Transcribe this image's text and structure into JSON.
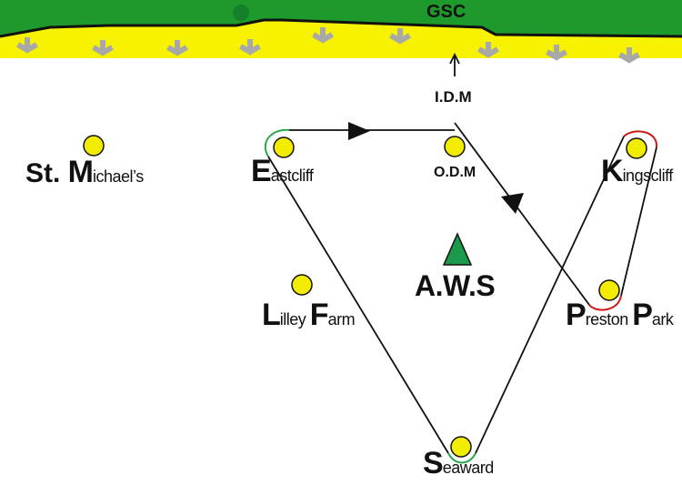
{
  "header": {
    "gsc_label": "GSC"
  },
  "markers": {
    "idm_label": "I.D.M",
    "odm_label": "O.D.M",
    "aws_label": "A.W.S"
  },
  "waypoints": {
    "st_michaels": {
      "a": "St. ",
      "b": "M",
      "c": "ichael’s"
    },
    "eastcliff": {
      "a": "E",
      "b": "astcliff"
    },
    "kingscliff": {
      "a": "K",
      "b": "ingscliff"
    },
    "lilley_farm": {
      "a": "L",
      "b": "illey ",
      "c": "F",
      "d": "arm"
    },
    "preston_park": {
      "a": "P",
      "b": "reston ",
      "c": "P",
      "d": "ark"
    },
    "seaward": {
      "a": "S",
      "b": "eaward"
    }
  },
  "colors": {
    "grass": "#1e9a2c",
    "sand": "#f7f200",
    "waypoint_fill": "#f2ec00",
    "aws_marker": "#1a9a4a",
    "turn_green": "#2aa84a",
    "turn_red": "#d01818",
    "track": "#111111"
  }
}
